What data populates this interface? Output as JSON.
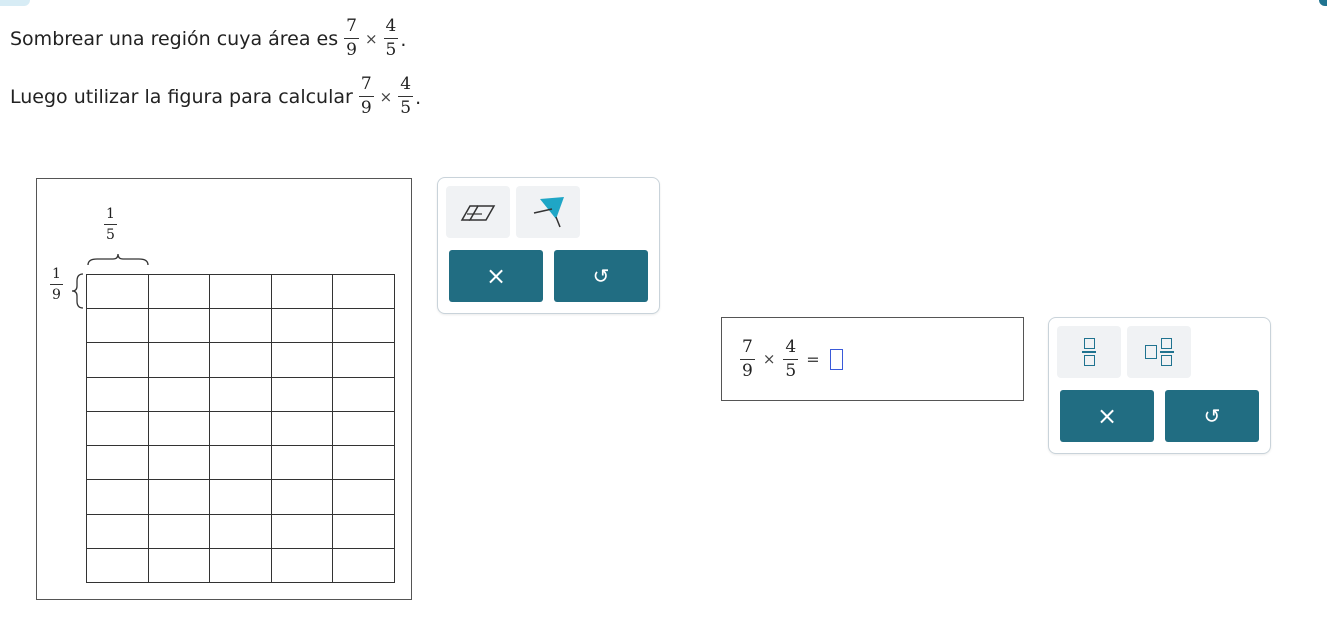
{
  "prompt": {
    "line1": {
      "text": "Sombrear una región cuya área es",
      "a_num": "7",
      "a_den": "9",
      "times": "×",
      "b_num": "4",
      "b_den": "5",
      "end": "."
    },
    "line2": {
      "text": "Luego utilizar la figura para calcular",
      "a_num": "7",
      "a_den": "9",
      "times": "×",
      "b_num": "4",
      "b_den": "5",
      "end": "."
    }
  },
  "figure": {
    "top_label": {
      "num": "1",
      "den": "5"
    },
    "left_label": {
      "num": "1",
      "den": "9"
    },
    "grid": {
      "rows": 9,
      "cols": 5,
      "shaded_cells": 0
    }
  },
  "shade_tools": {
    "eraser_icon": "eraser-icon",
    "fill_icon": "paint-fill-icon",
    "clear_label": "×",
    "undo_label": "↺"
  },
  "answer": {
    "a_num": "7",
    "a_den": "9",
    "times": "×",
    "b_num": "4",
    "b_den": "5",
    "equals": "=",
    "value": ""
  },
  "math_tools": {
    "fraction_icon": "fraction-template-icon",
    "mixed_icon": "mixed-number-template-icon",
    "clear_label": "×",
    "undo_label": "↺"
  },
  "colors": {
    "accent": "#216d82",
    "input_outline": "#3a5ad9",
    "fill_tool": "#1fa6c6"
  }
}
